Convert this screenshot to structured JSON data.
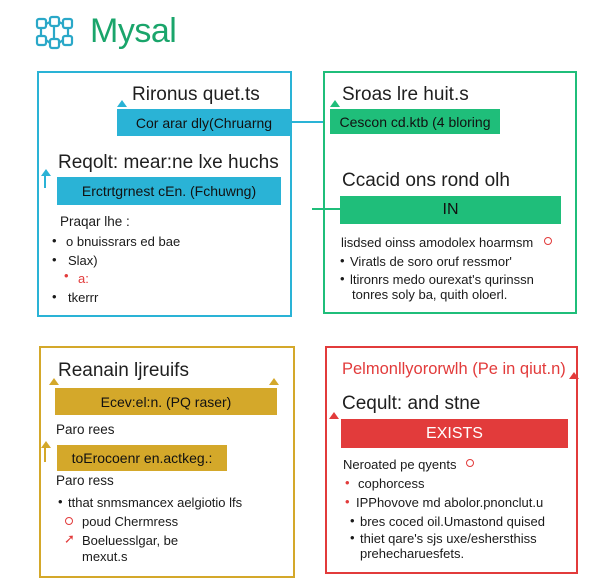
{
  "brand": {
    "name": "Mysal",
    "color": "#1aa56b",
    "icon_color": "#2aa8c8"
  },
  "colors": {
    "blue": "#2ab3d6",
    "green": "#1fbe7a",
    "gold": "#d4a82a",
    "red": "#e23b3b"
  },
  "panels": {
    "top_left": {
      "title": "Rironus quet.ts",
      "bar1": "Cor arar dly(Chruarng",
      "subtitle": "Reqolt: mear:ne lxe huchs",
      "bar2": "Erctrtgrnest cEn. (Fchuwng)",
      "label": "Praqar lhe :",
      "items": [
        "o bnuissrars ed bae",
        "Slax)",
        "a:",
        "tkerrr"
      ]
    },
    "top_right": {
      "title": "Sroas lre huit.s",
      "bar1": "Cescon cd.ktb (4 bloring",
      "subtitle": "Ccacid ons rond olh",
      "bar2": "IN",
      "desc": "lisdsed oinss amodolex hoarmsm",
      "bullets": [
        "Viratls de soro oruf ressmor'",
        "ltironrs medo ourexat's qurinssn"
      ],
      "continuation": "tonres soly ba, quith oloerl."
    },
    "bottom_left": {
      "title": "Reanain ljreuifs",
      "bar1": "Ecev:el:n. (PQ raser)",
      "label1": "Paro rees",
      "bar2": "toErocoenr en.actkeg.:",
      "label2": "Paro ress",
      "items": [
        "tthat snmsmancex aelgiotio lfs",
        "poud Chermress",
        "Boeluesslgar, be"
      ],
      "continuation": "mexut.s"
    },
    "bottom_right": {
      "title": "Pelmonllyororwlh (Pe in qiut.n)",
      "subtitle": "Ceqult: and stne",
      "bar1": "EXISTS",
      "desc": "Neroated pe qyents",
      "items": [
        "cophorcess",
        "IPPhovove md abolor.pnonclut.u",
        "bres coced oil.Umastond quised",
        "thiet qare's sjs uxe/eshersthiss"
      ],
      "continuation": "prehecharuesfets."
    }
  }
}
